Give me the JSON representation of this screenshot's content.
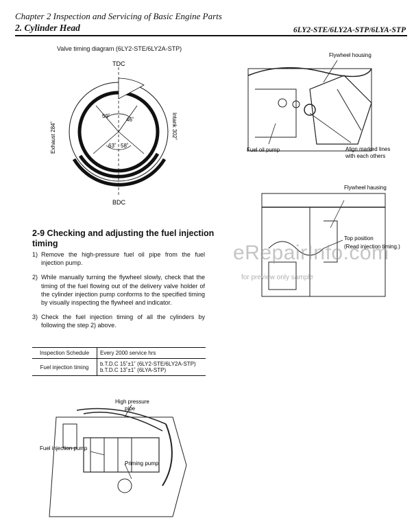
{
  "header": {
    "chapter": "Chapter 2 Inspection and Servicing of Basic Engine Parts",
    "section": "2. Cylinder Head",
    "models": "6LY2-STE/6LY2A-STP/6LYA-STP"
  },
  "valve_diagram": {
    "title": "Valve timing diagram  (6LY2-STE/6LY2A-STP)",
    "tdc": "TDC",
    "bdc": "BDC",
    "exhaust": "Exhaust 284˚",
    "intake": "Intank 302˚",
    "angles": [
      "59˚",
      "46˚",
      "63˚",
      "58˚"
    ]
  },
  "fig1": {
    "flywheel_housing": "Flywheel housing",
    "fuel_oil_pump": "Fuel oil pump",
    "align_marks": "Align marked lines",
    "with_each_others": "with each others"
  },
  "fig2": {
    "flywheel_hausing": "Flywheel hausing",
    "top_position": "Top position",
    "read_timing": "(Read injection timing.)"
  },
  "fig3": {
    "high_pressure": "High pressure",
    "pipe": "pipe",
    "fuel_injection_pump": "Fuel injection pump",
    "priming_pump": "Priming pump"
  },
  "section": {
    "title": "2-9 Checking and adjusting the fuel injection timing",
    "steps": [
      {
        "n": "1)",
        "text": "Remove the high-pressure fuel oil pipe from the fuel injection pump."
      },
      {
        "n": "2)",
        "text": "While manually turning the flywheel slowly, check that the timing of the fuel flowing out of the delivery valve holder of the cylinder injection pump conforms to the specified timing by visually inspecting the flywheel and indicator."
      },
      {
        "n": "3)",
        "text": "Check the fuel injection timing of all the cylinders by following the step 2) above."
      }
    ]
  },
  "table": {
    "col1_header": "Inspection Schedule",
    "col2_header": "Every 2000 service hrs",
    "row_label": "Fuel injection timing",
    "line1": "b.T.D.C 15˚±1˚ (6LY2-STE/6LY2A-STP)",
    "line2": "b.T.D.C 13˚±1˚ (6LYA-STP)"
  },
  "watermark": {
    "main": "eRepairInfo.com",
    "sub": "for preview only sample"
  }
}
